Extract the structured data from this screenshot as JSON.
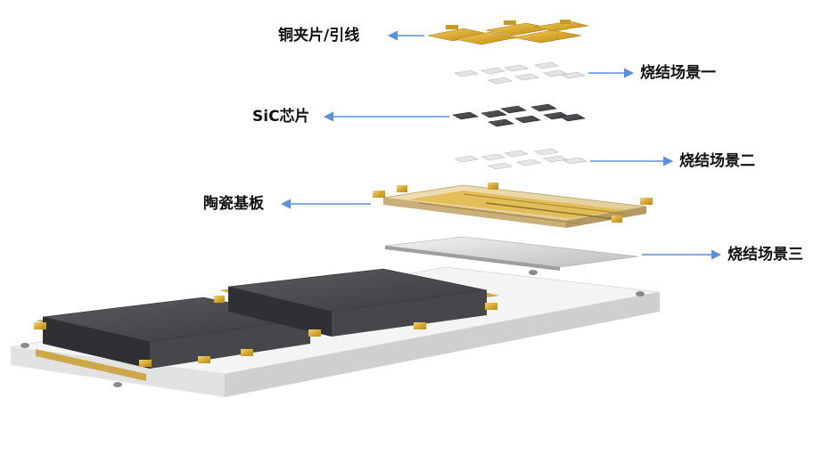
{
  "labels": {
    "copper_clip": "铜夹片/引线",
    "sinter_1": "烧结场景一",
    "sic_chip": "SiC芯片",
    "sinter_2": "烧结场景二",
    "ceramic_substrate": "陶瓷基板",
    "sinter_3": "烧结场景三"
  },
  "colors": {
    "arrow": "#5b8fe0",
    "gold": "#d9aa2e",
    "chip_dark": "#3c3e42",
    "sinter_gray": "#d8d8d8",
    "baseplate": "#f2f2f2"
  }
}
